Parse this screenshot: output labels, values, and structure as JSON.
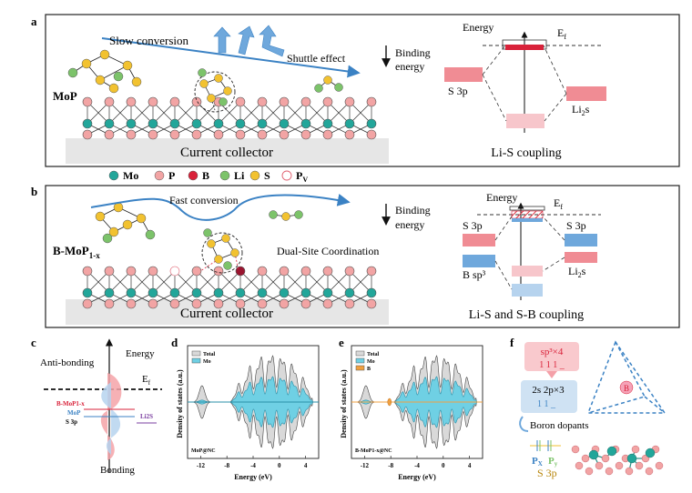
{
  "panel_a": {
    "letter": "a",
    "material": "MoP",
    "slow_conversion": "Slow conversion",
    "shuttle_effect": "Shuttle effect",
    "binding_energy": [
      "Binding",
      "energy"
    ],
    "collector": "Current collector",
    "energy": "Energy",
    "ef": "E",
    "ef_sub": "f",
    "s3p": "S 3p",
    "li2s_main": "Li",
    "li2s_sub": "2",
    "li2s_tail": "s",
    "coupling": "Li-S coupling"
  },
  "legend": [
    {
      "label": "Mo",
      "color": "#22a69a"
    },
    {
      "label": "P",
      "color": "#f2a4a4"
    },
    {
      "label": "B",
      "color": "#d9223a"
    },
    {
      "label": "Li",
      "color": "#7cc36a"
    },
    {
      "label": "S",
      "color": "#f2c230"
    },
    {
      "label": "P",
      "sub": "V",
      "color": "#ffffff"
    }
  ],
  "panel_b": {
    "letter": "b",
    "material_main": "B-MoP",
    "material_sub": "1-x",
    "fast_conversion": "Fast conversion",
    "binding_energy": [
      "Binding",
      "energy"
    ],
    "dual_site": "Dual-Site Coordination",
    "collector": "Current collector",
    "energy": "Energy",
    "ef": "E",
    "ef_sub": "f",
    "s3p_left": "S 3p",
    "bsp3": "B sp³",
    "s3p_right": "S 3p",
    "li2s_main": "Li",
    "li2s_sub": "2",
    "li2s_tail": "s",
    "coupling": "Li-S and S-B coupling"
  },
  "panel_c": {
    "letter": "c",
    "anti": "Anti-bonding",
    "energy": "Energy",
    "ef": "E",
    "ef_sub": "f",
    "bmop": "B-MoP1-x",
    "mop": "MoP",
    "s3p": "S 3p",
    "li2s": "Li2S",
    "bonding": "Bonding"
  },
  "panel_d": {
    "letter": "d",
    "ylabel": "Density of states (a.u.)",
    "xlabel": "Energy (eV)",
    "ticks": [
      "-12",
      "-8",
      "-4",
      "0",
      "4"
    ],
    "legend": [
      "Total",
      "Mo"
    ],
    "tag": "MoP@NC"
  },
  "panel_e": {
    "letter": "e",
    "ylabel": "Density of states (a.u.)",
    "xlabel": "Energy (eV)",
    "ticks": [
      "-12",
      "-8",
      "-4",
      "0",
      "4"
    ],
    "legend": [
      "Total",
      "Mo",
      "B"
    ],
    "tag": "B-MoP1-x@NC"
  },
  "panel_f": {
    "letter": "f",
    "sp3": "sp³×4",
    "top_arrows": "1 1 1 _",
    "orbital": "2s 2p×3",
    "bottom_arrows": "1 1 _",
    "dopants": "Boron dopants",
    "b_atom": "B",
    "px": "P",
    "px_sub": "X",
    "py": "P",
    "py_sub": "y",
    "s3p": "S 3p"
  },
  "colors": {
    "mo": "#22a69a",
    "p": "#f2a4a4",
    "b": "#d9223a",
    "li": "#7cc36a",
    "s": "#f2c230",
    "blue_arrow": "#3b82c4",
    "pink_level": "#f08c94",
    "blue_level": "#6fa8dc",
    "dos_gray": "#d9d9d9",
    "dos_cyan": "#6fd0e4",
    "b_orange": "#f0a040"
  }
}
